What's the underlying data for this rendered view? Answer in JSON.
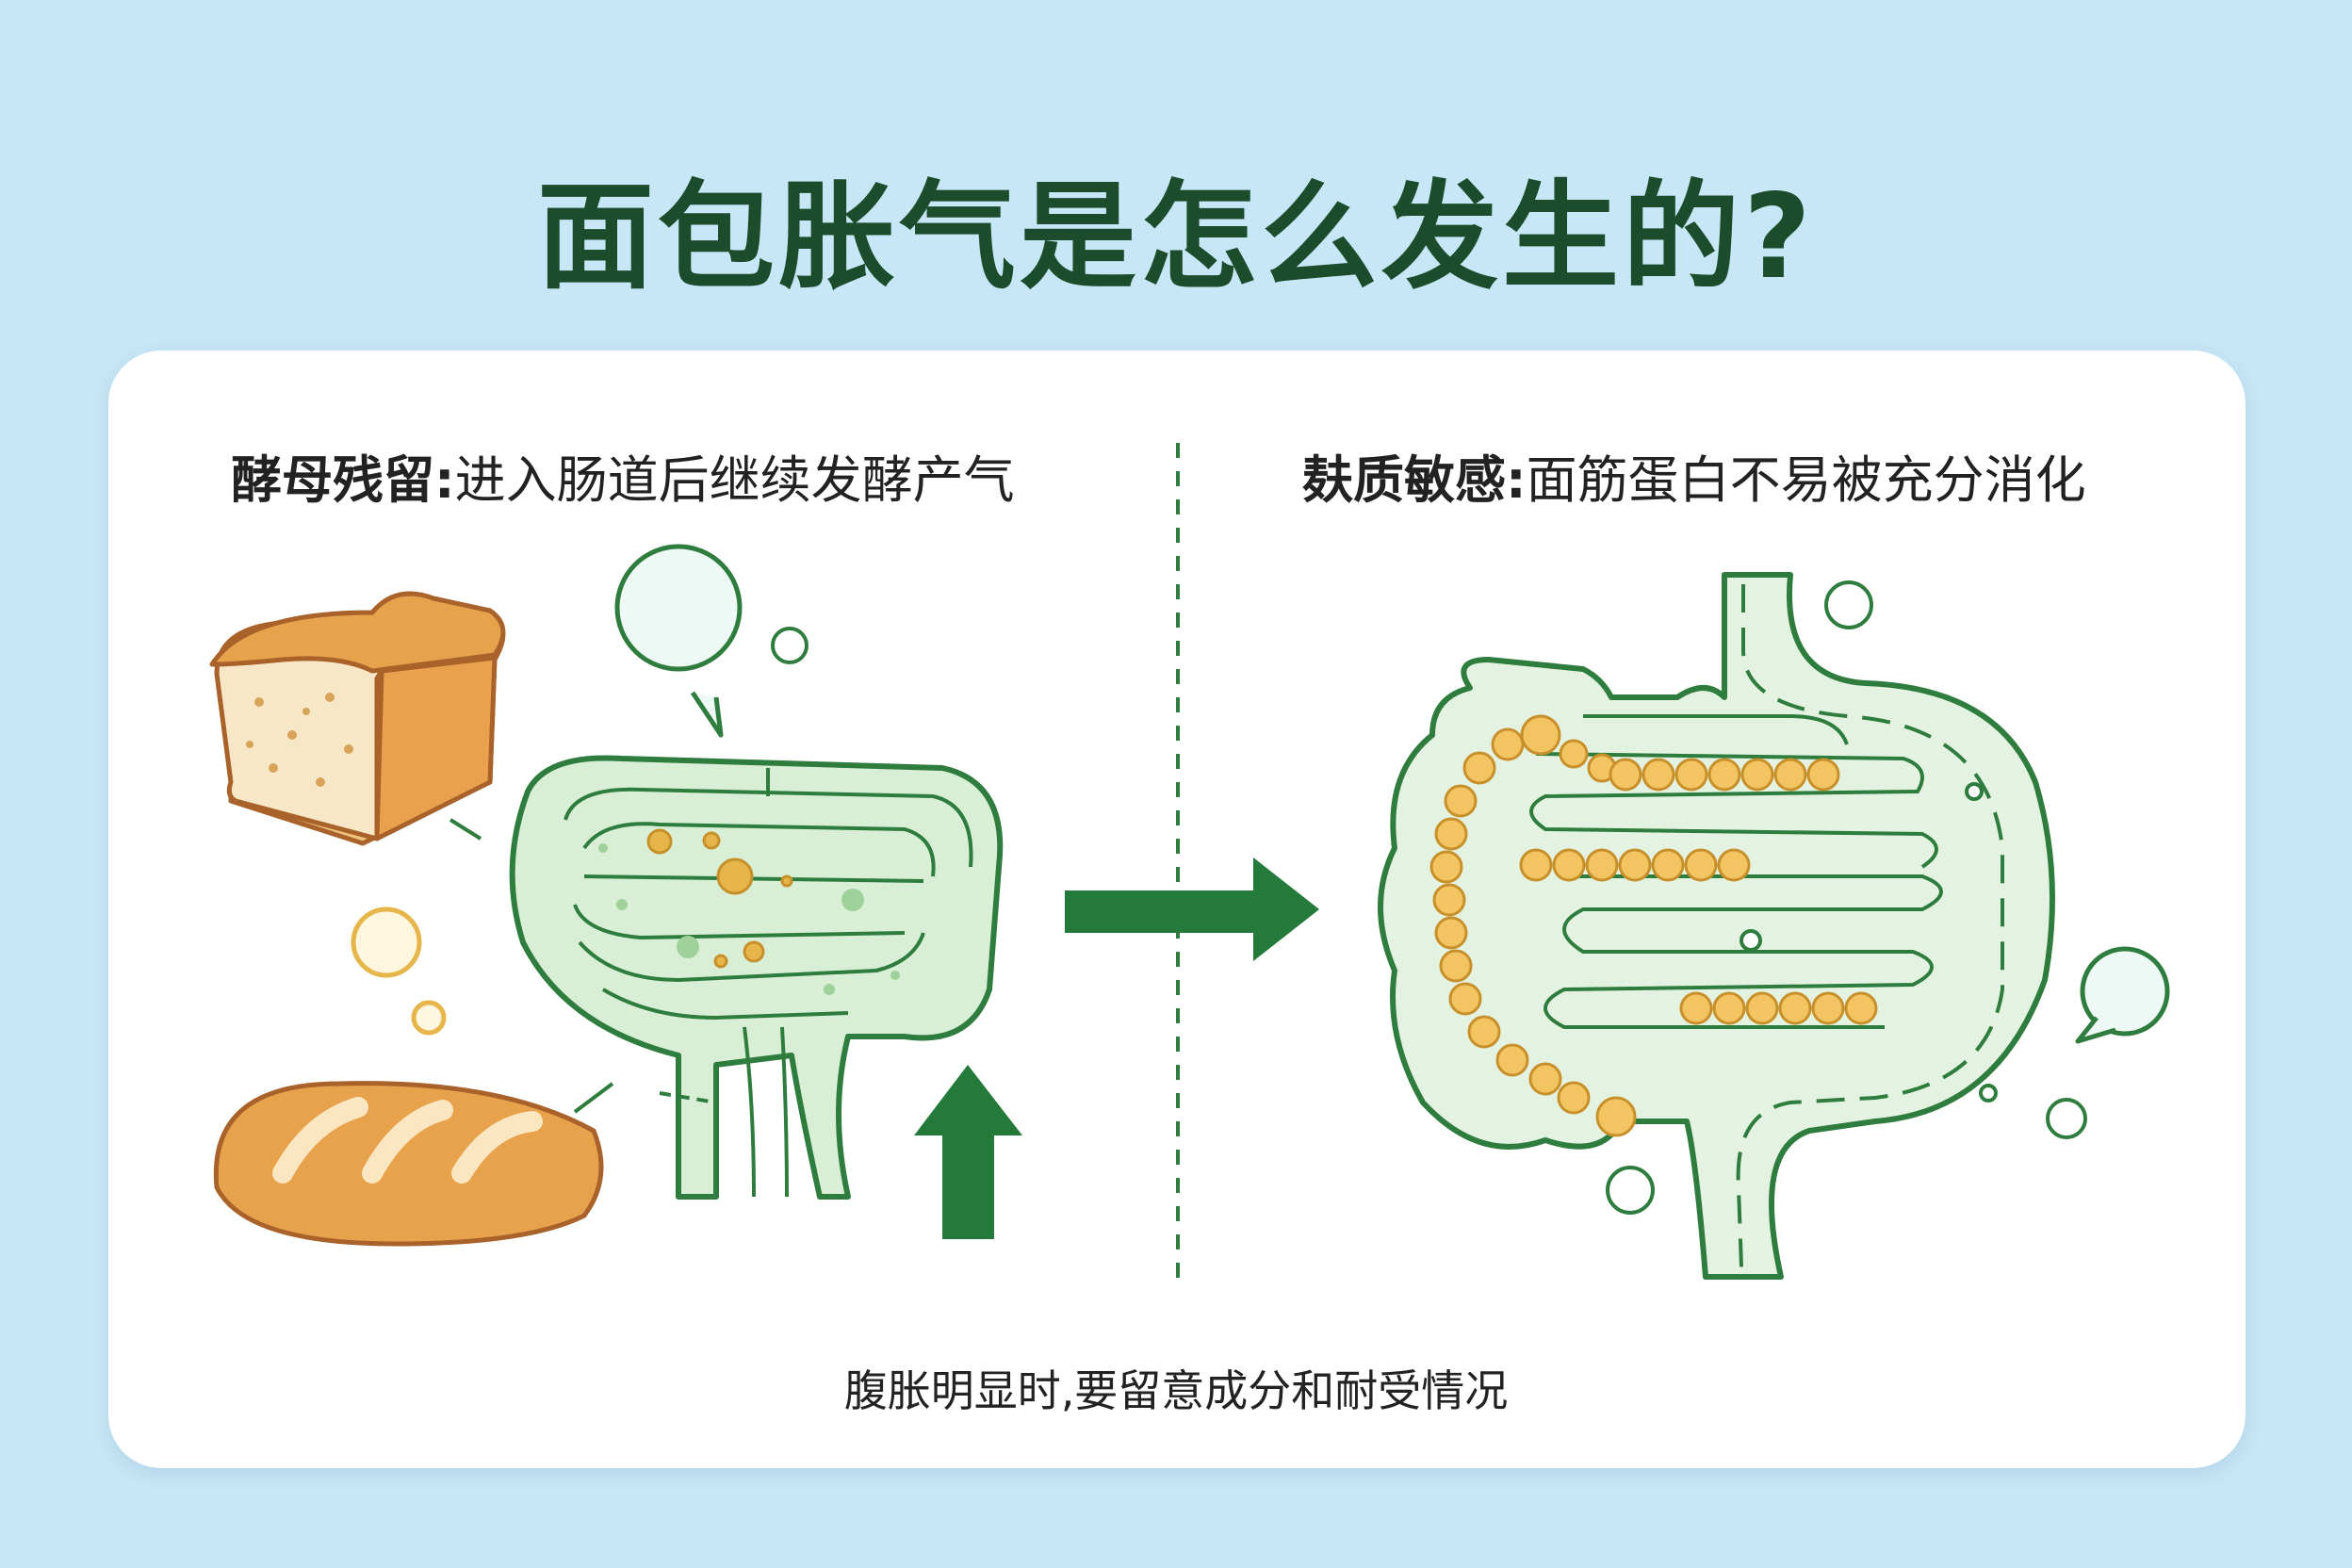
{
  "title": "面包胀气是怎么发生的?",
  "left_panel": {
    "heading": "酵母残留:",
    "text": "进入肠道后继续发酵产气"
  },
  "right_panel": {
    "heading": "麸质敏感:",
    "text": "面筋蛋白不易被充分消化"
  },
  "footer": "腹胀明显时,要留意成分和耐受情况",
  "colors": {
    "background": "#c7e6f6",
    "title": "#1b4d2c",
    "line_green": "#2e7d3e",
    "arrow_green": "#237a3b",
    "intestine_fill": "#d8efd5",
    "bread_crust": "#e8a04a",
    "bubble_gold": "#e7b64a"
  },
  "icons": [
    "bread-loaf-icon",
    "bread-roll-icon",
    "intestine-icon",
    "gas-bubble-icon",
    "up-arrow-icon",
    "right-arrow-icon",
    "gluten-chain-icon"
  ]
}
